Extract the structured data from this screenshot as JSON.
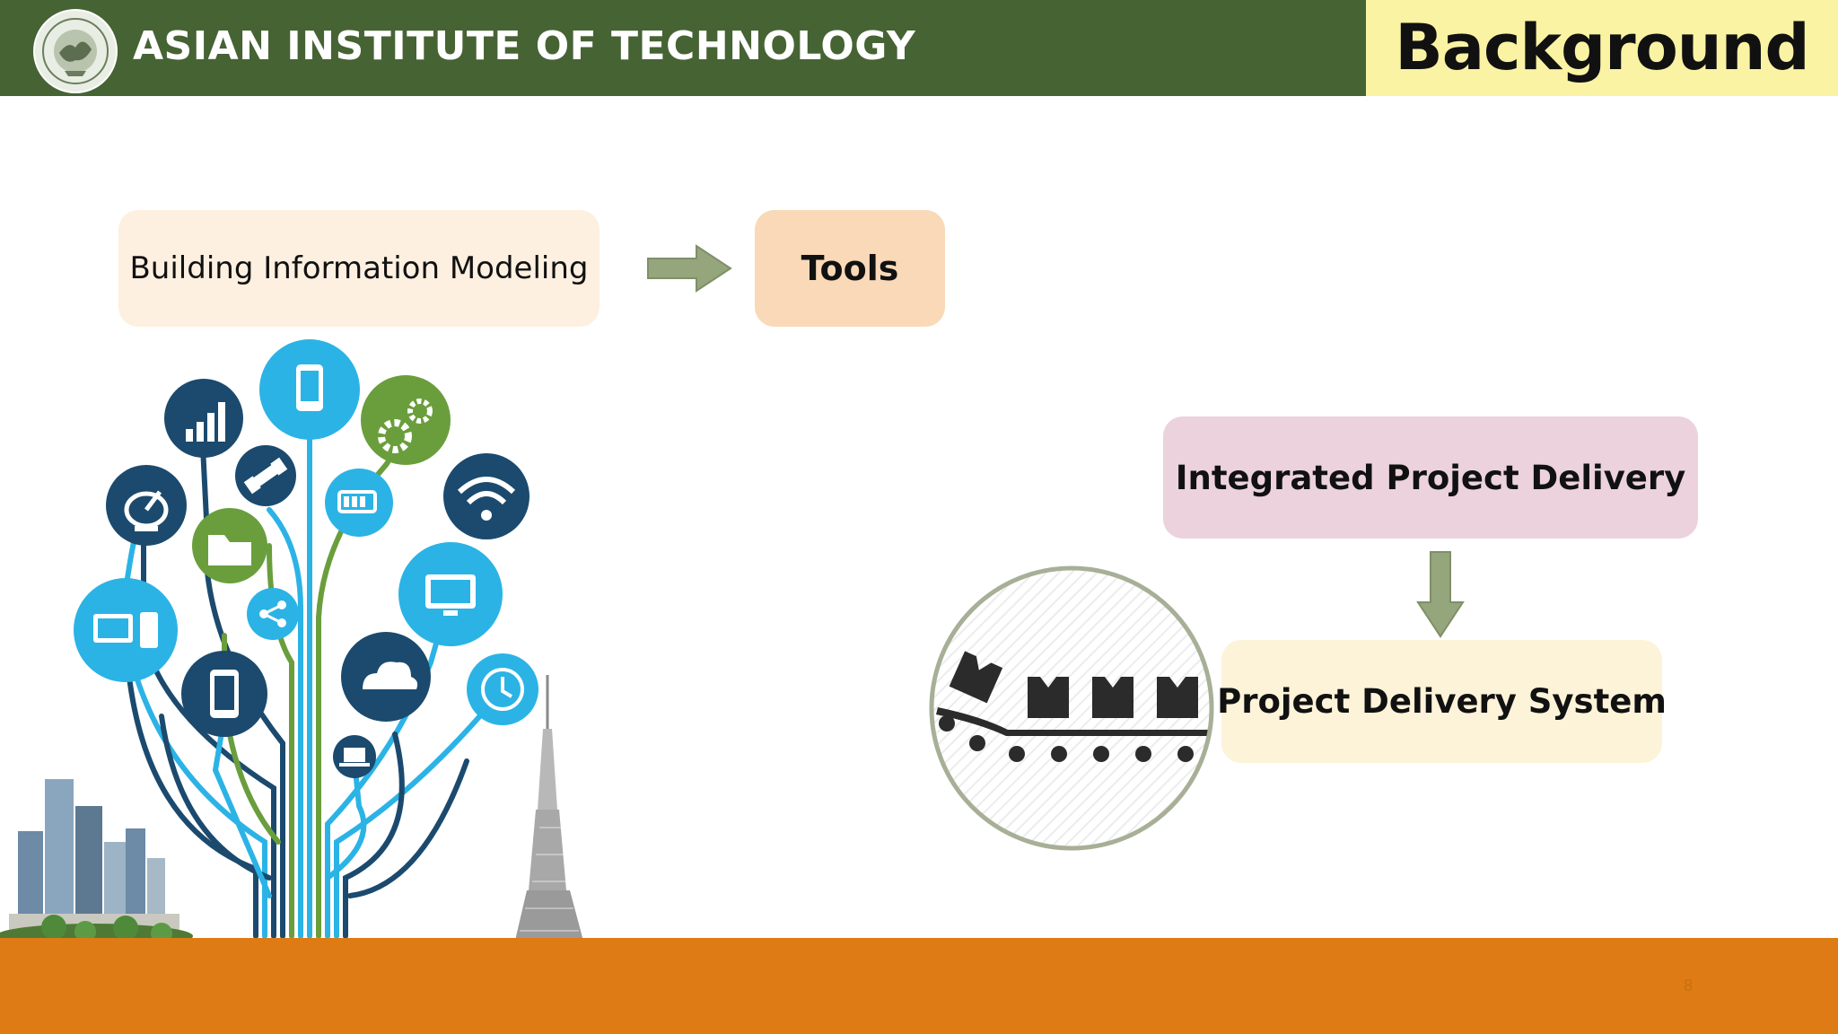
{
  "header": {
    "institute_name": "ASIAN INSTITUTE OF TECHNOLOGY",
    "logo_text": "ASIAN INSTITUTE OF TECHNOLOGY"
  },
  "slide": {
    "title": "Background",
    "page_number": "8"
  },
  "diagram": {
    "bim_label": "Building Information Modeling",
    "tools_label": "Tools",
    "ipd_label": "Integrated Project Delivery",
    "pds_label": "Project Delivery System"
  },
  "colors": {
    "header_green": "#466334",
    "title_yellow": "#faf3a3",
    "footer_orange": "#de7b14",
    "arrow_green": "#95a57c"
  },
  "icons": [
    "logo-seal-icon",
    "arrow-right-icon",
    "arrow-down-icon",
    "conveyor-icon",
    "technology-tree-illustration",
    "city-buildings-illustration",
    "skyscraper-illustration"
  ]
}
